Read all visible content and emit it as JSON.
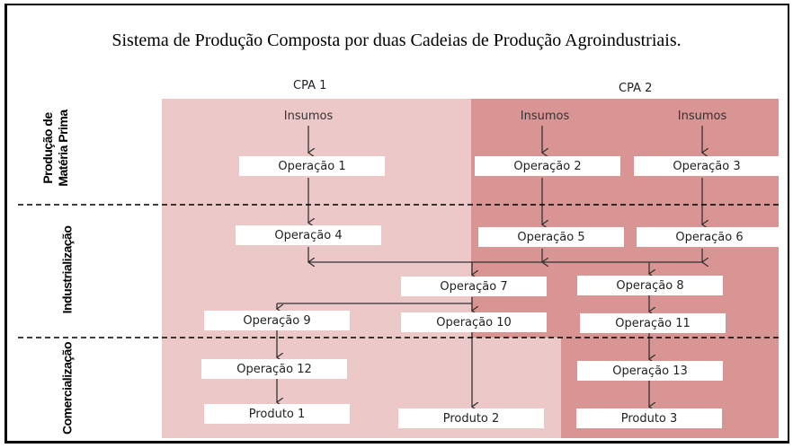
{
  "title": "Sistema de Produção Composta por duas Cadeias de Produção Agroindustriais.",
  "colors": {
    "cpa1": "#ecc8c8",
    "cpa2": "#d99594",
    "box": "#ffffff",
    "divider": "#000000"
  },
  "chains": [
    "CPA 1",
    "CPA 2"
  ],
  "stages": [
    "Produção de Matéria Prima",
    "Industrialização",
    "Comercialização"
  ],
  "stage_lines": [
    "Produção de",
    "Matéria Prima"
  ],
  "inputs": [
    "Insumos",
    "Insumos",
    "Insumos"
  ],
  "operations": [
    "Operação 1",
    "Operação 2",
    "Operação 3",
    "Operação 4",
    "Operação 5",
    "Operação 6",
    "Operação 7",
    "Operação 8",
    "Operação 9",
    "Operação 10",
    "Operação 11",
    "Operação 12",
    "Operação 13"
  ],
  "products": [
    "Produto 1",
    "Produto 2",
    "Produto 3"
  ]
}
